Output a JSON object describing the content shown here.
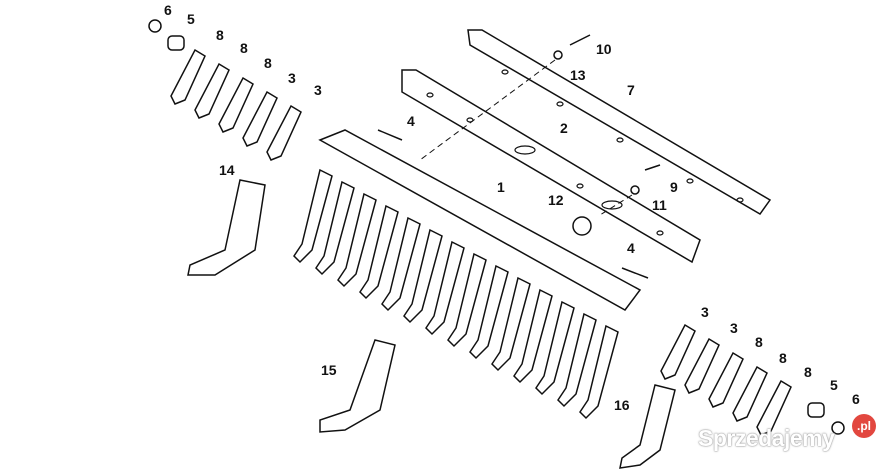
{
  "callouts": [
    {
      "id": "6a",
      "text": "6"
    },
    {
      "id": "5a",
      "text": "5"
    },
    {
      "id": "8a",
      "text": "8"
    },
    {
      "id": "8b",
      "text": "8"
    },
    {
      "id": "8c",
      "text": "8"
    },
    {
      "id": "3a",
      "text": "3"
    },
    {
      "id": "3b",
      "text": "3"
    },
    {
      "id": "4a",
      "text": "4"
    },
    {
      "id": "10",
      "text": "10"
    },
    {
      "id": "13",
      "text": "13"
    },
    {
      "id": "7",
      "text": "7"
    },
    {
      "id": "2",
      "text": "2"
    },
    {
      "id": "1",
      "text": "1"
    },
    {
      "id": "9",
      "text": "9"
    },
    {
      "id": "11",
      "text": "11"
    },
    {
      "id": "12",
      "text": "12"
    },
    {
      "id": "14",
      "text": "14"
    },
    {
      "id": "4b",
      "text": "4"
    },
    {
      "id": "3c",
      "text": "3"
    },
    {
      "id": "3d",
      "text": "3"
    },
    {
      "id": "8d",
      "text": "8"
    },
    {
      "id": "8e",
      "text": "8"
    },
    {
      "id": "8f",
      "text": "8"
    },
    {
      "id": "5b",
      "text": "5"
    },
    {
      "id": "6b",
      "text": "6"
    },
    {
      "id": "15",
      "text": "15"
    },
    {
      "id": "16",
      "text": "16"
    }
  ],
  "watermark": {
    "text": "Sprzedajemy",
    "suffix": ".pl",
    "accent": "#e2473f"
  }
}
